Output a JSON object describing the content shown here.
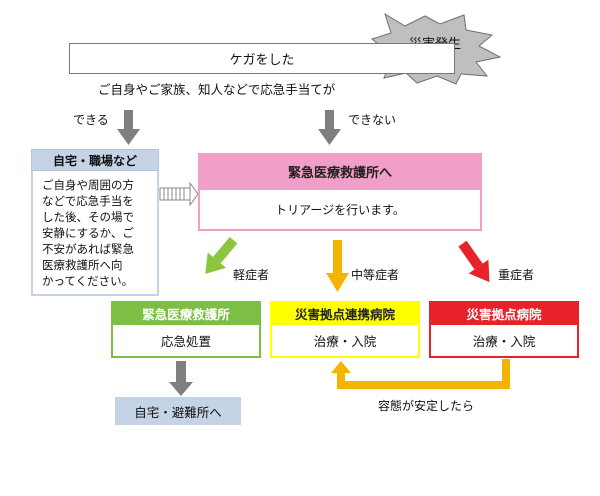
{
  "disaster": {
    "label": "災害発生"
  },
  "injury": {
    "label": "ケガをした"
  },
  "question": "ご自身やご家族、知人などで応急手当てが",
  "branch": {
    "yes": "できる",
    "no": "できない"
  },
  "home": {
    "title": "自宅・職場など",
    "body": "ご自身や周囲の方\nなどで応急手当を\nした後、その場で\n安静にするか、ご\n不安があれば緊急\n医療救護所へ向\nかってください。"
  },
  "emergency_post": {
    "title": "緊急医療救護所へ",
    "body": "トリアージを行います。"
  },
  "severity": {
    "mild": "軽症者",
    "moderate": "中等症者",
    "severe": "重症者"
  },
  "facilities": [
    {
      "title": "緊急医療救護所",
      "body": "応急処置",
      "color": "#7dbf45"
    },
    {
      "title": "災害拠点連携病院",
      "body": "治療・入院",
      "color": "#ffff00"
    },
    {
      "title": "災害拠点病院",
      "body": "治療・入院",
      "color": "#e8222a"
    }
  ],
  "shelter": {
    "label": "自宅・避難所へ"
  },
  "transfer": {
    "label": "容態が安定したら"
  },
  "colors": {
    "gray_arrow": "#7f7f7f",
    "light_blue": "#c5d3e7",
    "pink": "#f19fc8",
    "orange": "#f4b400"
  }
}
